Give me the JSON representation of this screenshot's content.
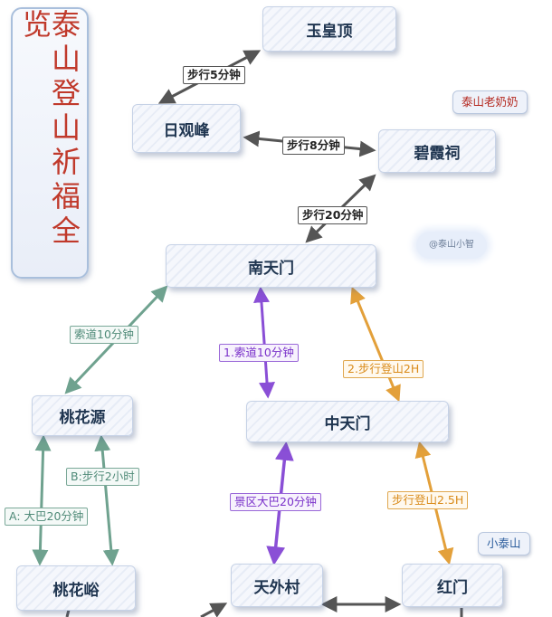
{
  "title": "泰山登山祈福全览",
  "nodes": {
    "yuhuangding": "玉皇顶",
    "riguanfeng": "日观峰",
    "bixiaci": "碧霞祠",
    "nantianmen": "南天门",
    "taohuayuan": "桃花源",
    "zhongtianmen": "中天门",
    "taohuayu": "桃花峪",
    "tianwaicun": "天外村",
    "hongmen": "红门"
  },
  "edge_labels": {
    "riguan_yuhuang": "步行5分钟",
    "riguan_bixia": "步行8分钟",
    "bixia_nantian": "步行20分钟",
    "taohuayuan_nantian": "索道10分钟",
    "zhongtian_nantian_cable": "1.索道10分钟",
    "zhongtian_nantian_walk": "2.步行登山2H",
    "taohuayu_taohuayuan_walk": "B:步行2小时",
    "taohuayu_taohuayuan_bus": "A: 大巴20分钟",
    "tianwai_zhongtian": "景区大巴20分钟",
    "hongmen_zhongtian": "步行登山2.5H"
  },
  "tags": {
    "bixia_note": "泰山老奶奶",
    "hongmen_note": "小泰山"
  },
  "watermark": "@泰山小智",
  "colors": {
    "black": "#555555",
    "green": "#6fa28f",
    "purple": "#8a4fd6",
    "orange": "#e3a03a",
    "title_red": "#c0392b",
    "node_text": "#1f3550"
  }
}
